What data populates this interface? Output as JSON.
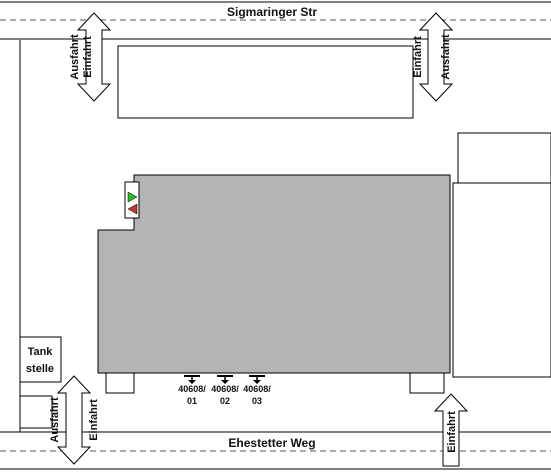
{
  "streets": {
    "north": "Sigmaringer Str",
    "south": "Ehestetter Weg"
  },
  "arrows": {
    "entry": "Einfahrt",
    "exit": "Ausfahrt"
  },
  "gas_station": {
    "line1": "Tank",
    "line2": "stelle"
  },
  "outlets": [
    {
      "line1": "40608/",
      "line2": "01"
    },
    {
      "line1": "40608/",
      "line2": "02"
    },
    {
      "line1": "40608/",
      "line2": "03"
    }
  ],
  "colors": {
    "building": "#b4b4b4",
    "line": "#000000",
    "dashed": "#555555",
    "green_triangle": "#2db52d",
    "red_triangle": "#c0392b"
  }
}
